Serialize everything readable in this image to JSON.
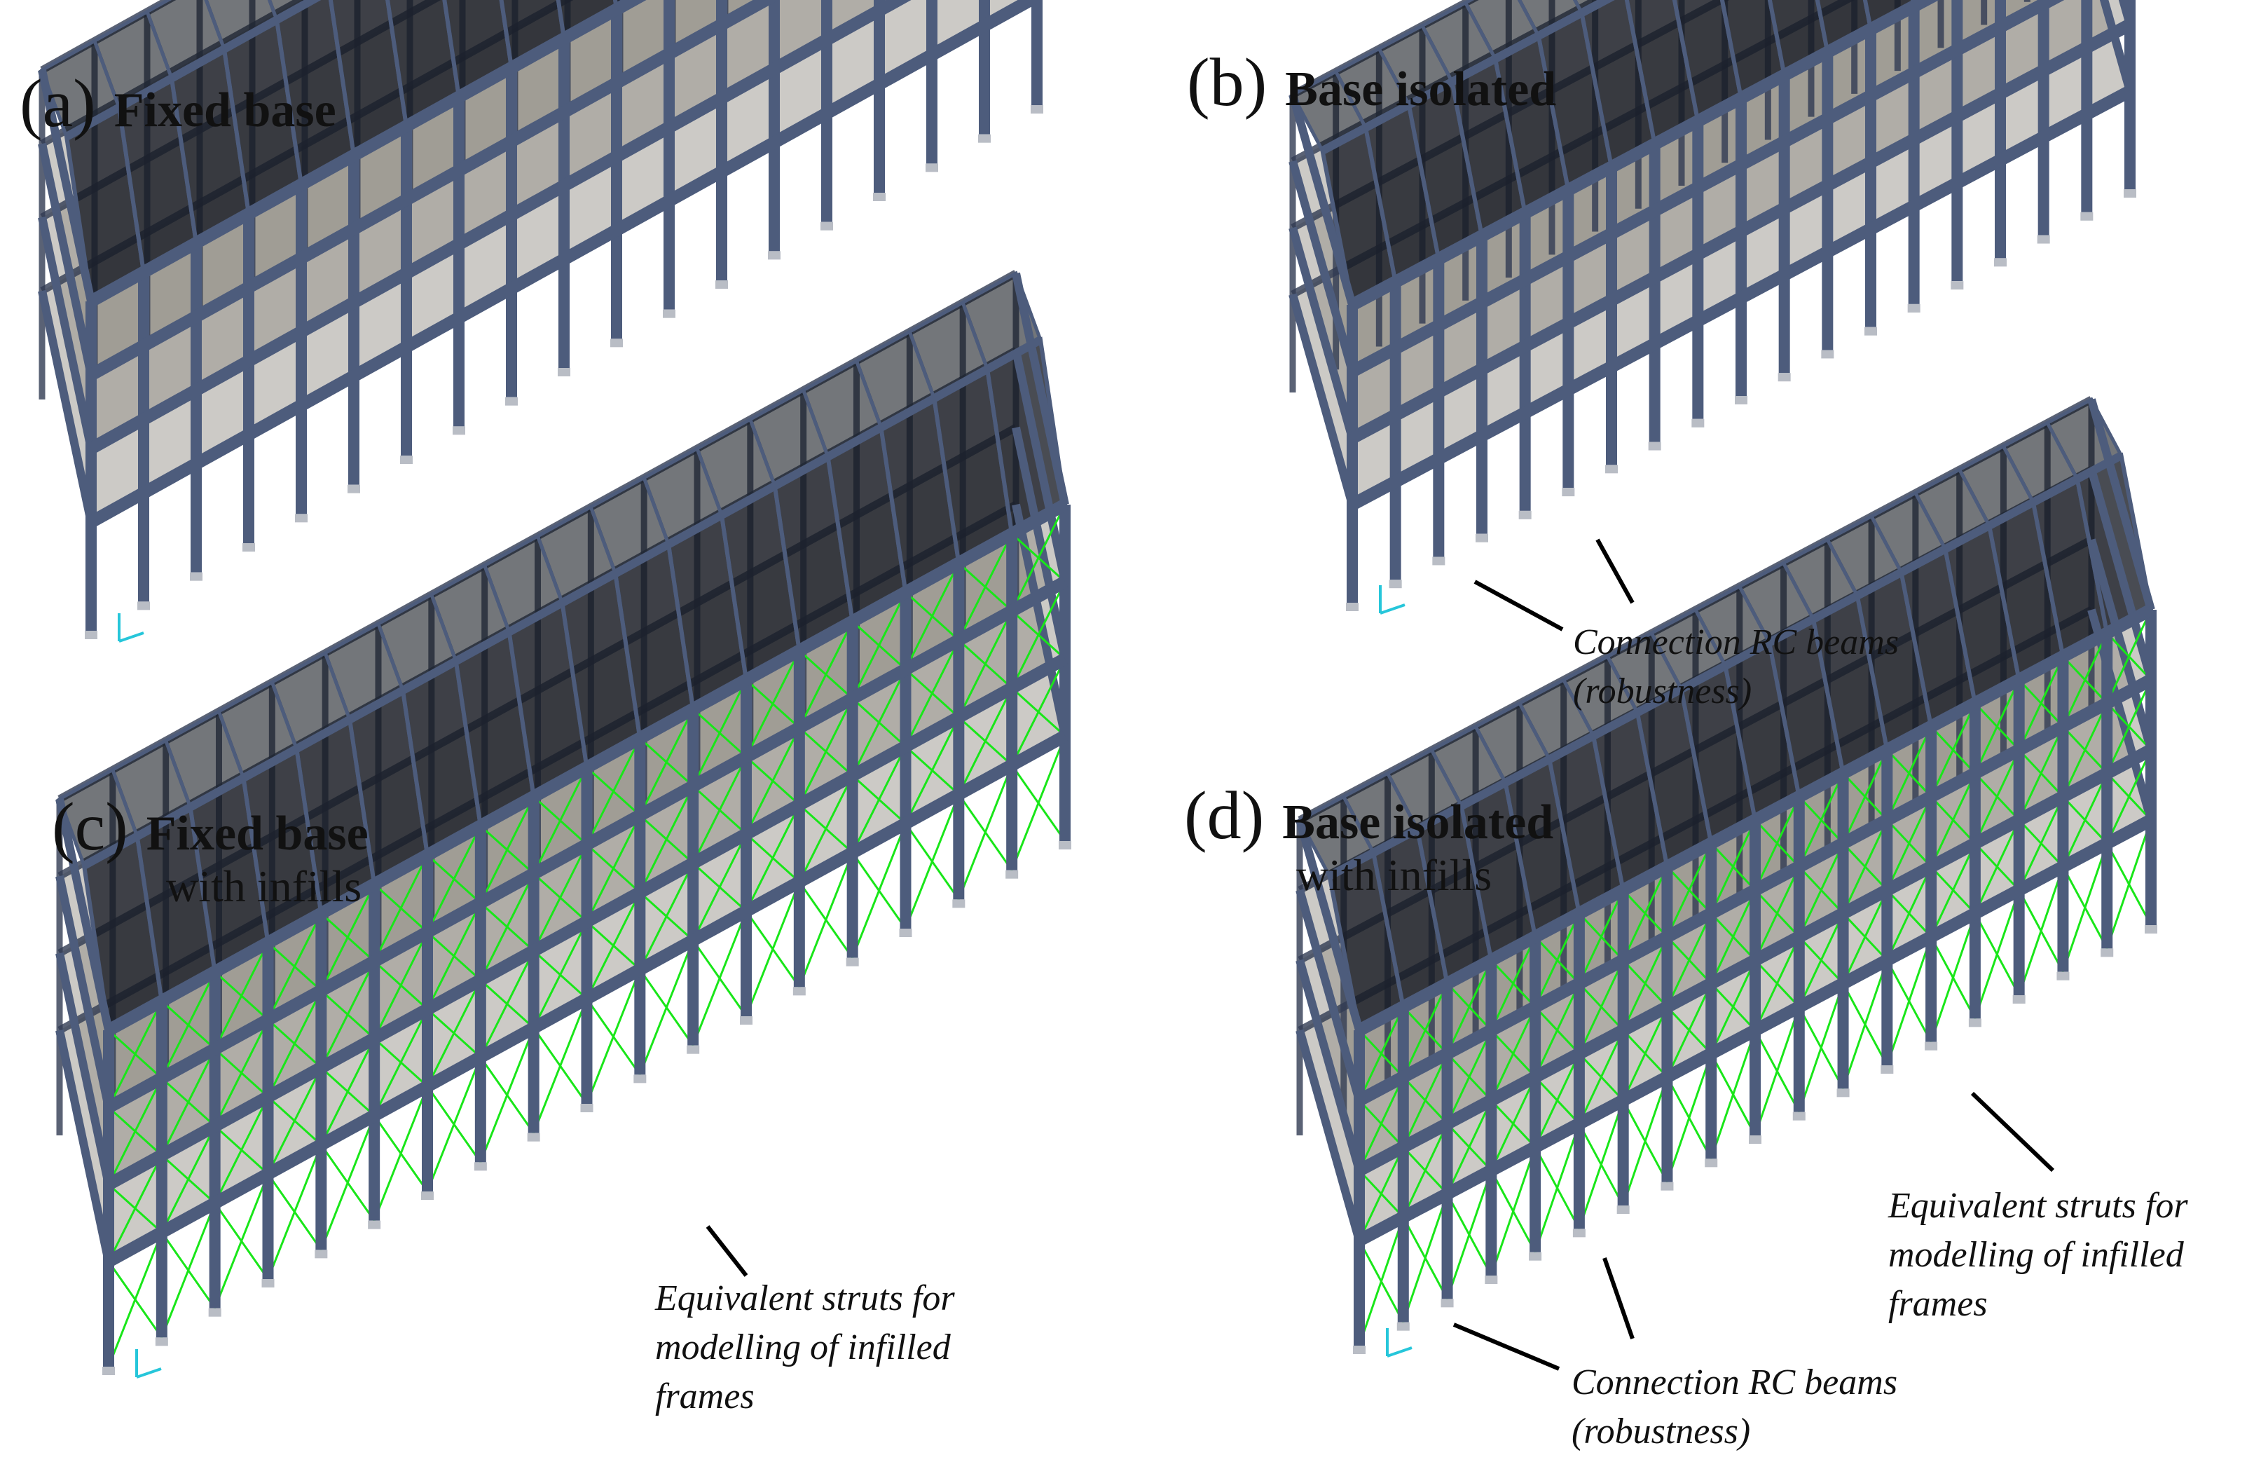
{
  "colors": {
    "frame": "#4d5c7c",
    "frame_dark": "#313b52",
    "roof_glass": "#161a22",
    "slab": "#8e8a80",
    "strut": "#19e619",
    "support": "#b9bdc5",
    "axis": "#26c6da",
    "leader": "#000000"
  },
  "panels": [
    {
      "id": "a",
      "letter": "(a)",
      "title": "Fixed base",
      "subtitle": "",
      "isolated": false,
      "infills": false
    },
    {
      "id": "b",
      "letter": "(b)",
      "title": "Base isolated",
      "subtitle": "",
      "isolated": true,
      "infills": false
    },
    {
      "id": "c",
      "letter": "(c)",
      "title": "Fixed base",
      "subtitle": "with infills",
      "isolated": false,
      "infills": true
    },
    {
      "id": "d",
      "letter": "(d)",
      "title": "Base isolated",
      "subtitle": "with infills",
      "isolated": true,
      "infills": true
    }
  ],
  "annotations": {
    "b_beams": {
      "line1": "Connection RC beams",
      "line2": "(robustness)"
    },
    "c_struts": {
      "line1": "Equivalent struts for",
      "line2": "modelling of infilled",
      "line3": "frames"
    },
    "d_struts": {
      "line1": "Equivalent struts for",
      "line2": "modelling of infilled",
      "line3": "frames"
    },
    "d_beams": {
      "line1": "Connection RC beams",
      "line2": "(robustness)"
    }
  }
}
